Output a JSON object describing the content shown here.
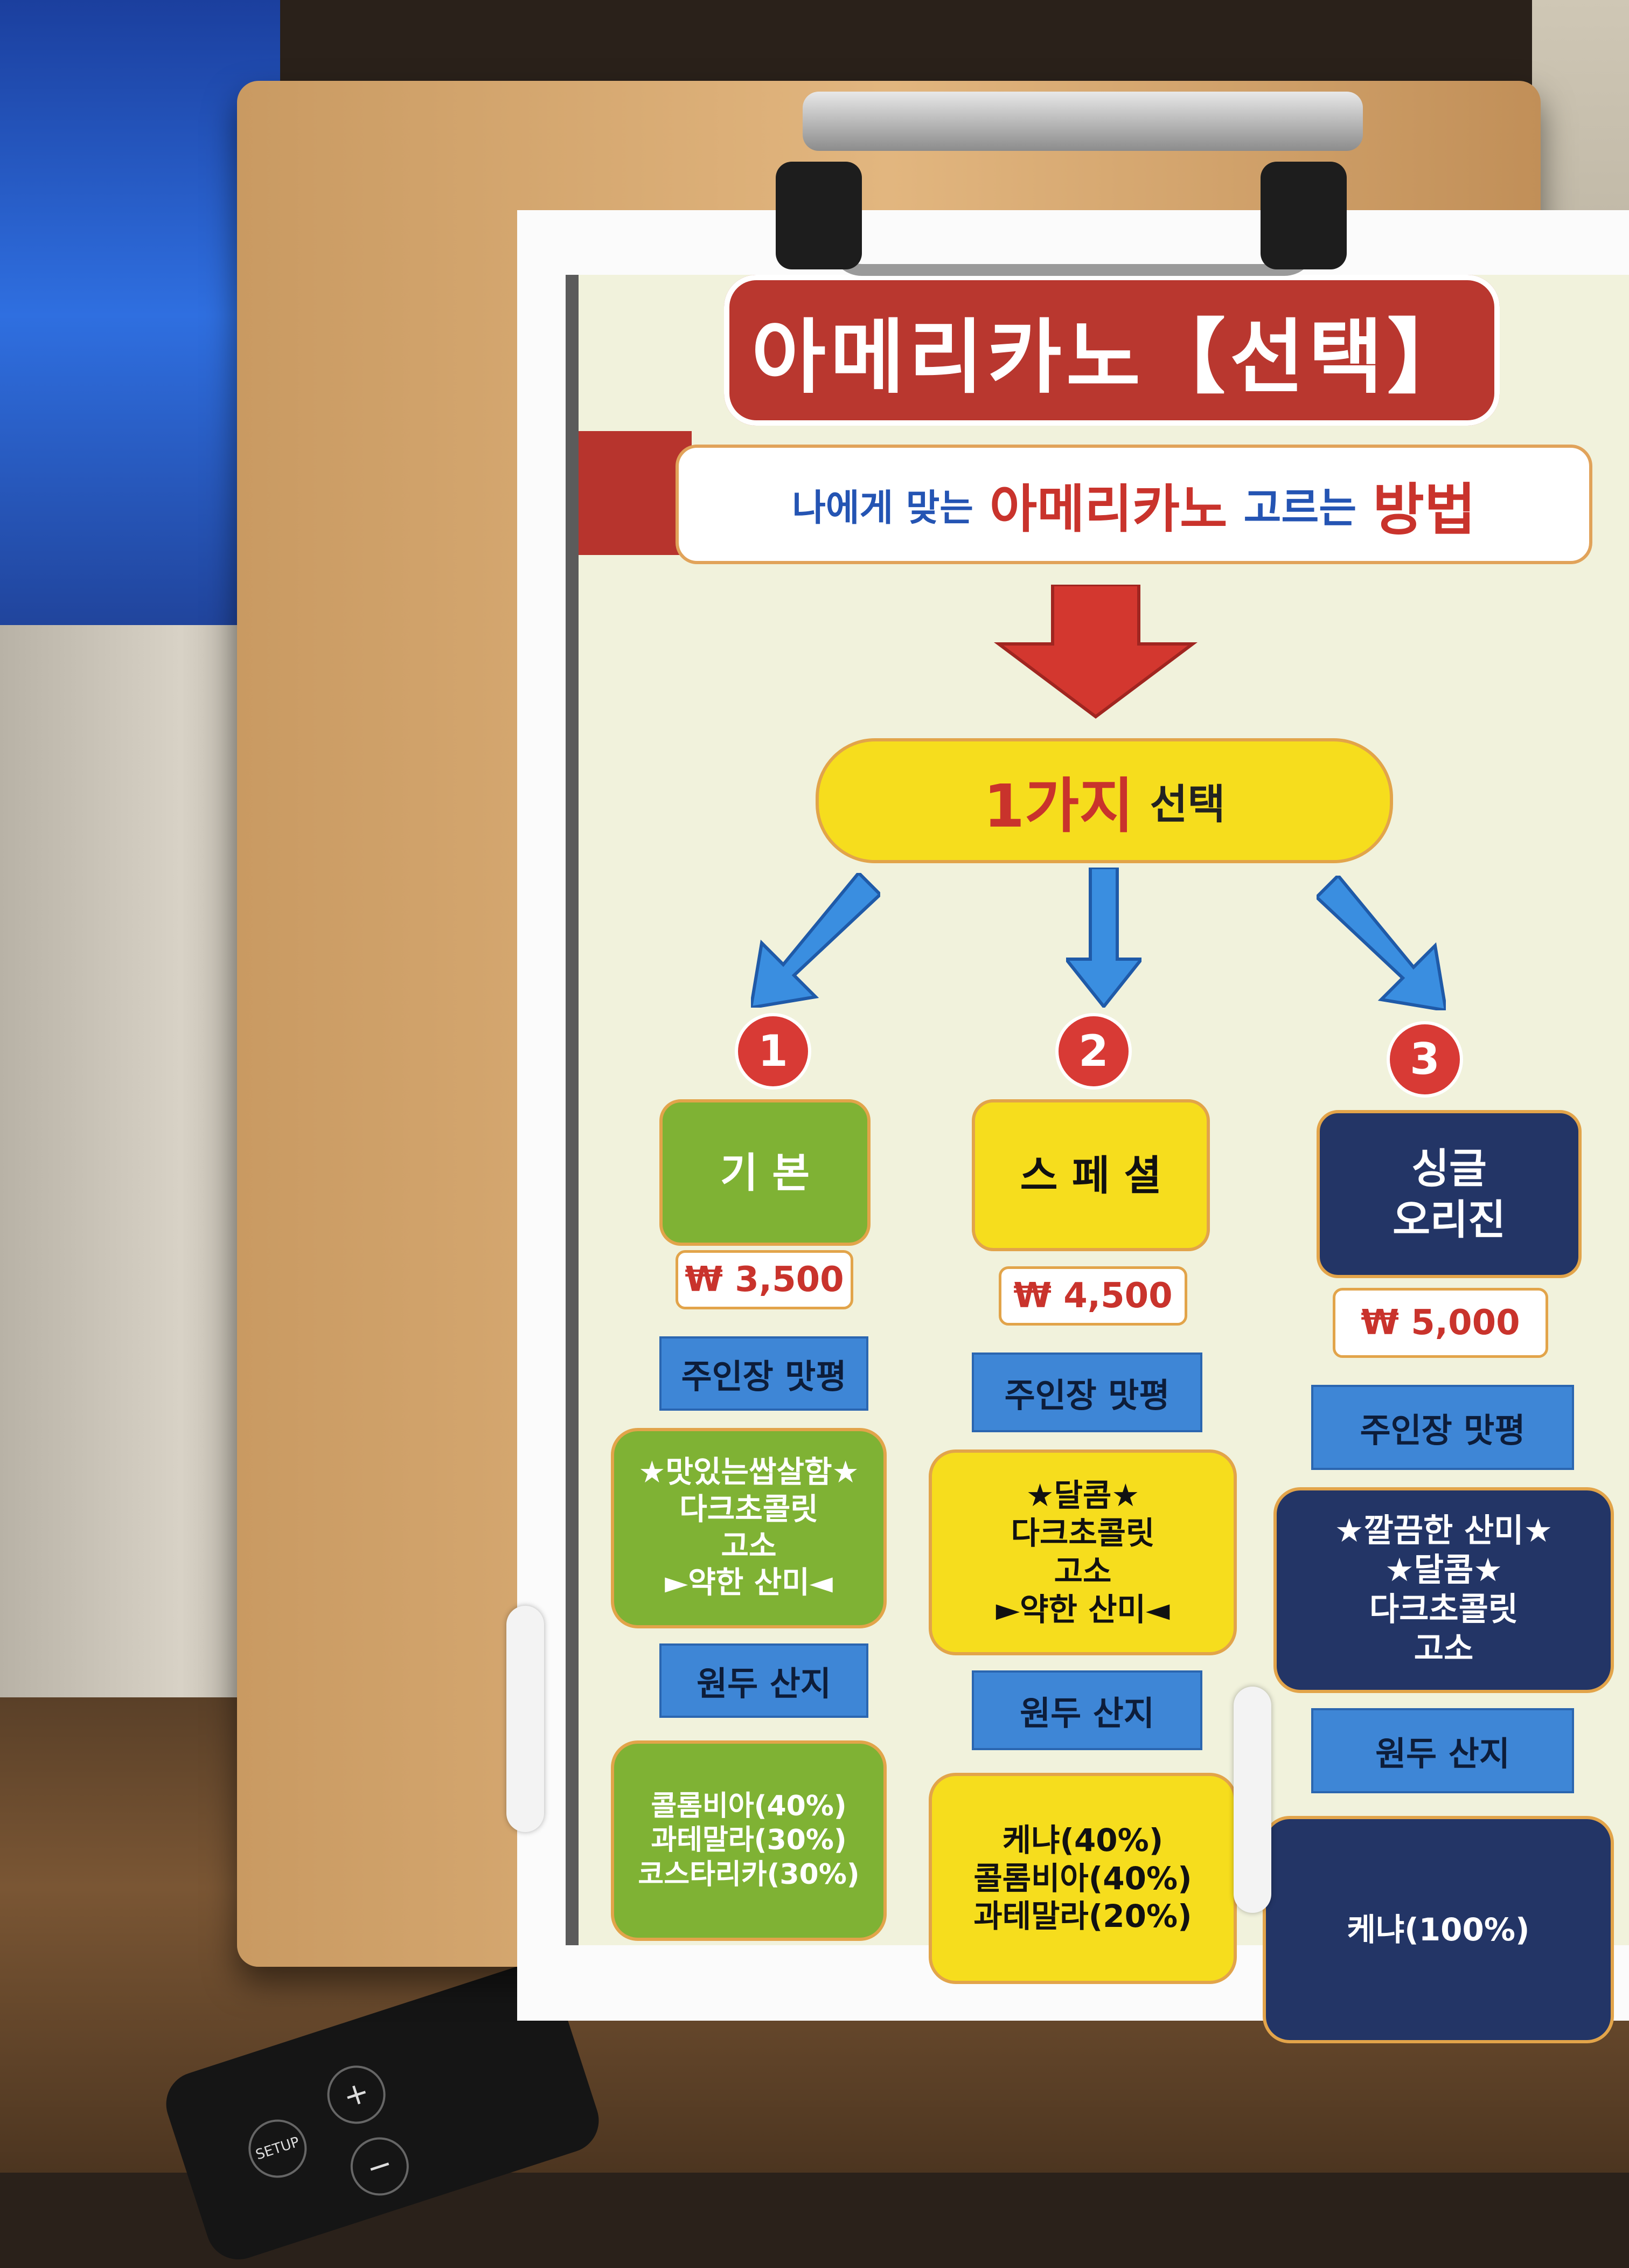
{
  "poster": {
    "title": "아메리카노【선택】",
    "subtitle": {
      "part1": "나에게 맞는",
      "part2": "아메리카노",
      "part3": "고르는",
      "part4": "방법"
    },
    "select": {
      "count": "1가지",
      "label": "선택"
    },
    "options": [
      {
        "number": "1",
        "name": "기    본",
        "price": "₩ 3,500",
        "review_label": "주인장 맛평",
        "review": [
          "★맛있는쌉살함★",
          "다크초콜릿",
          "고소",
          "►약한 산미◄"
        ],
        "origin_label": "원두 산지",
        "origin": [
          "콜롬비아(40%)",
          "과테말라(30%)",
          "코스타리카(30%)"
        ]
      },
      {
        "number": "2",
        "name": "스 페 셜",
        "price": "₩ 4,500",
        "review_label": "주인장 맛평",
        "review": [
          "★달콤★",
          "다크초콜릿",
          "고소",
          "►약한 산미◄"
        ],
        "origin_label": "원두 산지",
        "origin": [
          "케냐(40%)",
          "콜롬비아(40%)",
          "과테말라(20%)"
        ]
      },
      {
        "number": "3",
        "name": "싱글\n오리진",
        "price": "₩ 5,000",
        "review_label": "주인장 맛평",
        "review": [
          "★깔끔한 산미★",
          "★달콤★",
          "다크초콜릿",
          "고소"
        ],
        "origin_label": "원두 산지",
        "origin": [
          "케냐(100%)"
        ]
      }
    ]
  },
  "remote": {
    "setup_label": "SETUP",
    "plus": "+",
    "minus": "−"
  },
  "colors": {
    "title_red": "#b9372f",
    "accent_blue": "#2454b3",
    "green": "#7fb234",
    "yellow": "#f6dd1d",
    "navy": "#233566",
    "ribbon_blue": "#3e86d6"
  }
}
